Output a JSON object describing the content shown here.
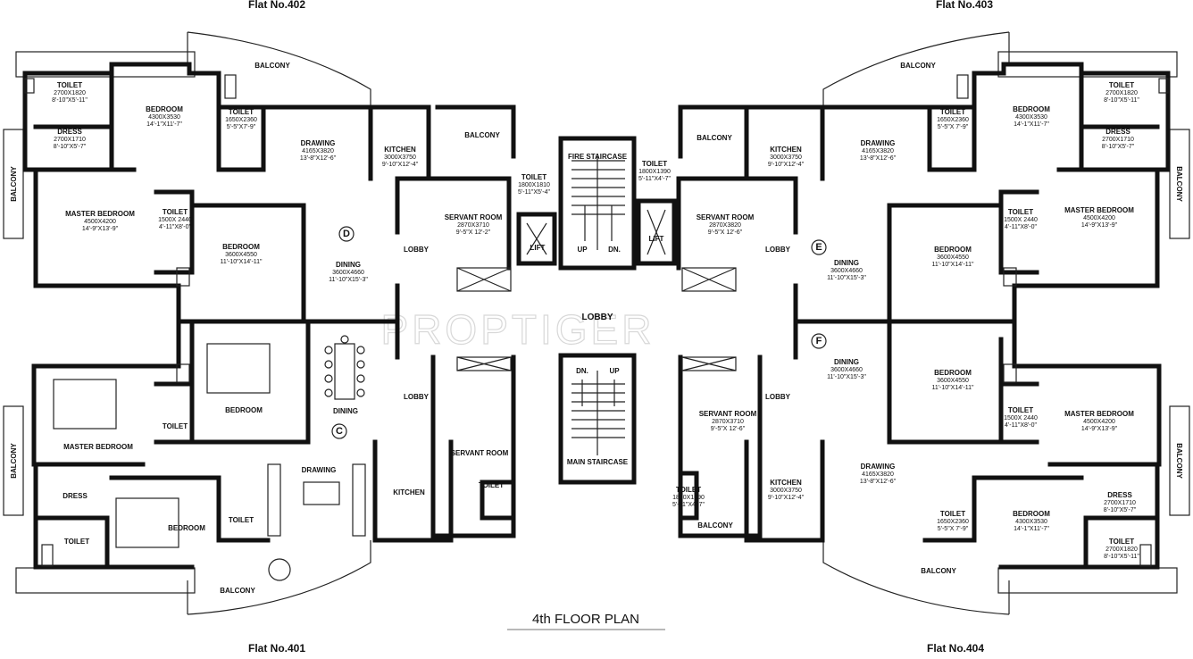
{
  "flats": {
    "f402": "Flat No.402",
    "f403": "Flat No.403",
    "f401": "Flat No.401",
    "f404": "Flat No.404"
  },
  "plan_title": "4th    FLOOR PLAN",
  "watermark": "PROPTIGER",
  "unit_letters": {
    "c": "C",
    "d": "D",
    "e": "E",
    "f": "F"
  },
  "core": {
    "fire_staircase": "FIRE STAIRCASE",
    "main_staircase": "MAIN STAIRCASE",
    "lobby": "LOBBY",
    "lift": "LIFT",
    "up": "UP",
    "dn": "DN."
  },
  "rooms": [
    {
      "id": "d-toilet-a",
      "label": "TOILET",
      "d1": "2700X1820",
      "d2": "8'-10\"X5'-11\""
    },
    {
      "id": "d-bedroom-a",
      "label": "BEDROOM",
      "d1": "4300X3530",
      "d2": "14'-1\"X11'-7\""
    },
    {
      "id": "d-toilet-b",
      "label": "TOILET",
      "d1": "1650X2360",
      "d2": "5'-5\"X7'-9\""
    },
    {
      "id": "d-dress",
      "label": "DRESS",
      "d1": "2700X1710",
      "d2": "8'-10\"X5'-7\""
    },
    {
      "id": "d-drawing",
      "label": "DRAWING",
      "d1": "4165X3820",
      "d2": "13'-8\"X12'-6\""
    },
    {
      "id": "d-kitchen",
      "label": "KITCHEN",
      "d1": "3000X3750",
      "d2": "9'-10\"X12'-4\""
    },
    {
      "id": "d-balcony-top",
      "label": "BALCONY",
      "d1": "",
      "d2": ""
    },
    {
      "id": "d-balcony-kitchen",
      "label": "BALCONY",
      "d1": "",
      "d2": ""
    },
    {
      "id": "d-master",
      "label": "MASTER BEDROOM",
      "d1": "4500X4200",
      "d2": "14'-9\"X13'-9\""
    },
    {
      "id": "d-toilet-c",
      "label": "TOILET",
      "d1": "1500X 2440",
      "d2": "4'-11\"X8'-0\""
    },
    {
      "id": "d-bedroom-b",
      "label": "BEDROOM",
      "d1": "3600X4550",
      "d2": "11'-10\"X14'-11\""
    },
    {
      "id": "d-dining",
      "label": "DINING",
      "d1": "3600X4660",
      "d2": "11'-10\"X15'-3\""
    },
    {
      "id": "d-servant",
      "label": "SERVANT ROOM",
      "d1": "2870X3710",
      "d2": "9'-5\"X 12'-2\""
    },
    {
      "id": "d-toilet-s",
      "label": "TOILET",
      "d1": "1800X1810",
      "d2": "5'-11\"X5'-4\""
    },
    {
      "id": "d-lobby",
      "label": "LOBBY",
      "d1": "",
      "d2": ""
    },
    {
      "id": "e-toilet-s",
      "label": "TOILET",
      "d1": "1800X1390",
      "d2": "5'-11\"X4'-7\""
    },
    {
      "id": "e-servant",
      "label": "SERVANT ROOM",
      "d1": "2870X3820",
      "d2": "9'-5\"X 12'-6\""
    },
    {
      "id": "e-balcony-kitchen",
      "label": "BALCONY",
      "d1": "",
      "d2": ""
    },
    {
      "id": "e-kitchen",
      "label": "KITCHEN",
      "d1": "3000X3750",
      "d2": "9'-10\"X12'-4\""
    },
    {
      "id": "e-drawing",
      "label": "DRAWING",
      "d1": "4165X3820",
      "d2": "13'-8\"X12'-6\""
    },
    {
      "id": "e-balcony-top",
      "label": "BALCONY",
      "d1": "",
      "d2": ""
    },
    {
      "id": "e-toilet-b",
      "label": "TOILET",
      "d1": "1650X2360",
      "d2": "5'-5\"X 7'-9\""
    },
    {
      "id": "e-bedroom-a",
      "label": "BEDROOM",
      "d1": "4300X3530",
      "d2": "14'-1\"X11'-7\""
    },
    {
      "id": "e-toilet-a",
      "label": "TOILET",
      "d1": "2700X1820",
      "d2": "8'-10\"X5'-11\""
    },
    {
      "id": "e-dress",
      "label": "DRESS",
      "d1": "2700X1710",
      "d2": "8'-10\"X5'-7\""
    },
    {
      "id": "e-lobby",
      "label": "LOBBY",
      "d1": "",
      "d2": ""
    },
    {
      "id": "e-dining",
      "label": "DINING",
      "d1": "3600X4660",
      "d2": "11'-10\"X15'-3\""
    },
    {
      "id": "e-bedroom-b",
      "label": "BEDROOM",
      "d1": "3600X4550",
      "d2": "11'-10\"X14'-11\""
    },
    {
      "id": "e-toilet-c",
      "label": "TOILET",
      "d1": "1500X 2440",
      "d2": "4'-11\"X8'-0\""
    },
    {
      "id": "e-master",
      "label": "MASTER BEDROOM",
      "d1": "4500X4200",
      "d2": "14'-9\"X13'-9\""
    },
    {
      "id": "c-bedroom-a",
      "label": "BEDROOM",
      "d1": "",
      "d2": ""
    },
    {
      "id": "c-dining",
      "label": "DINING",
      "d1": "",
      "d2": ""
    },
    {
      "id": "c-lobby",
      "label": "LOBBY",
      "d1": "",
      "d2": ""
    },
    {
      "id": "c-toilet-a",
      "label": "TOILET",
      "d1": "",
      "d2": ""
    },
    {
      "id": "c-master",
      "label": "MASTER BEDROOM",
      "d1": "",
      "d2": ""
    },
    {
      "id": "c-servant",
      "label": "SERVANT ROOM",
      "d1": "",
      "d2": ""
    },
    {
      "id": "c-drawing",
      "label": "DRAWING",
      "d1": "",
      "d2": ""
    },
    {
      "id": "c-kitchen",
      "label": "KITCHEN",
      "d1": "",
      "d2": ""
    },
    {
      "id": "c-toilet-s",
      "label": "TOILET",
      "d1": "",
      "d2": ""
    },
    {
      "id": "c-dress",
      "label": "DRESS",
      "d1": "",
      "d2": ""
    },
    {
      "id": "c-toilet-b",
      "label": "TOILET",
      "d1": "",
      "d2": ""
    },
    {
      "id": "c-bedroom-b",
      "label": "BEDROOM",
      "d1": "",
      "d2": ""
    },
    {
      "id": "c-toilet-c",
      "label": "TOILET",
      "d1": "",
      "d2": ""
    },
    {
      "id": "c-balcony",
      "label": "BALCONY",
      "d1": "",
      "d2": ""
    },
    {
      "id": "f-lobby",
      "label": "LOBBY",
      "d1": "",
      "d2": ""
    },
    {
      "id": "f-dining",
      "label": "DINING",
      "d1": "3600X4660",
      "d2": "11'-10\"X15'-3\""
    },
    {
      "id": "f-bedroom-b",
      "label": "BEDROOM",
      "d1": "3600X4550",
      "d2": "11'-10\"X14'-11\""
    },
    {
      "id": "f-toilet-c",
      "label": "TOILET",
      "d1": "1500X 2440",
      "d2": "4'-11\"X8'-0\""
    },
    {
      "id": "f-master",
      "label": "MASTER BEDROOM",
      "d1": "4500X4200",
      "d2": "14'-9\"X13'-9\""
    },
    {
      "id": "f-servant",
      "label": "SERVANT ROOM",
      "d1": "2870X3710",
      "d2": "9'-5\"X 12'-6\""
    },
    {
      "id": "f-kitchen",
      "label": "KITCHEN",
      "d1": "3000X3750",
      "d2": "9'-10\"X12'-4\""
    },
    {
      "id": "f-drawing",
      "label": "DRAWING",
      "d1": "4165X3820",
      "d2": "13'-8\"X12'-6\""
    },
    {
      "id": "f-dress",
      "label": "DRESS",
      "d1": "2700X1710",
      "d2": "8'-10\"X5'-7\""
    },
    {
      "id": "f-toilet-b",
      "label": "TOILET",
      "d1": "1650X2360",
      "d2": "5'-5\"X 7'-9\""
    },
    {
      "id": "f-bedroom-a",
      "label": "BEDROOM",
      "d1": "4300X3530",
      "d2": "14'-1\"X11'-7\""
    },
    {
      "id": "f-toilet-a",
      "label": "TOILET",
      "d1": "2700X1820",
      "d2": "8'-10\"X5'-11\""
    },
    {
      "id": "f-balcony-kitchen",
      "label": "BALCONY",
      "d1": "",
      "d2": ""
    },
    {
      "id": "f-balcony-bottom",
      "label": "BALCONY",
      "d1": "",
      "d2": ""
    },
    {
      "id": "f-toilet-s",
      "label": "TOILET",
      "d1": "1800X1390",
      "d2": "5'-11\"X4'-7\""
    }
  ],
  "side_balconies": [
    "BALCONY",
    "BALCONY",
    "BALCONY",
    "BALCONY"
  ]
}
